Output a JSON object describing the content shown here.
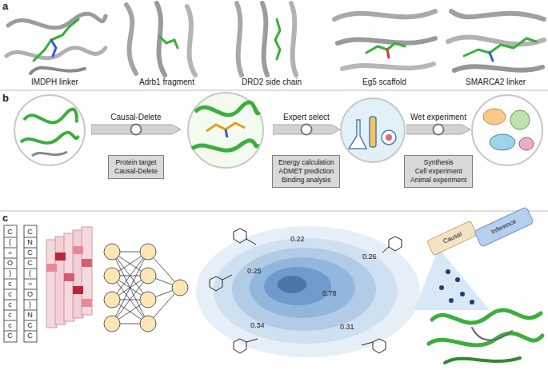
{
  "diagram": {
    "nodes": [
      {
        "text": [
          "Causal-Delete"
        ]
      },
      {
        "text": [
          "Expert select"
        ]
      },
      {
        "text": [
          "Wet experiment"
        ]
      },
      {
        "text": [
          "Protein target",
          "Causal-Delete"
        ]
      },
      {
        "text": [
          "Energy calculation",
          "ADMET prediction",
          "Binding analysis"
        ]
      },
      {
        "text": [
          "Synthesis",
          "Cell experiment",
          "Animal experiment"
        ]
      }
    ],
    "labels": [
      "a",
      "IMDPH linker",
      "Adrb1 fragment",
      "DRD2 side chain",
      "Eg5 scaffold",
      "SMARCA2 linker",
      "b",
      "c",
      "C(=O)cccccC",
      "CNCC(=O)NCC",
      "0.22",
      "0.26",
      "0.25",
      "0.78",
      "0.34",
      "0.31",
      "Causal",
      "Inference"
    ]
  }
}
